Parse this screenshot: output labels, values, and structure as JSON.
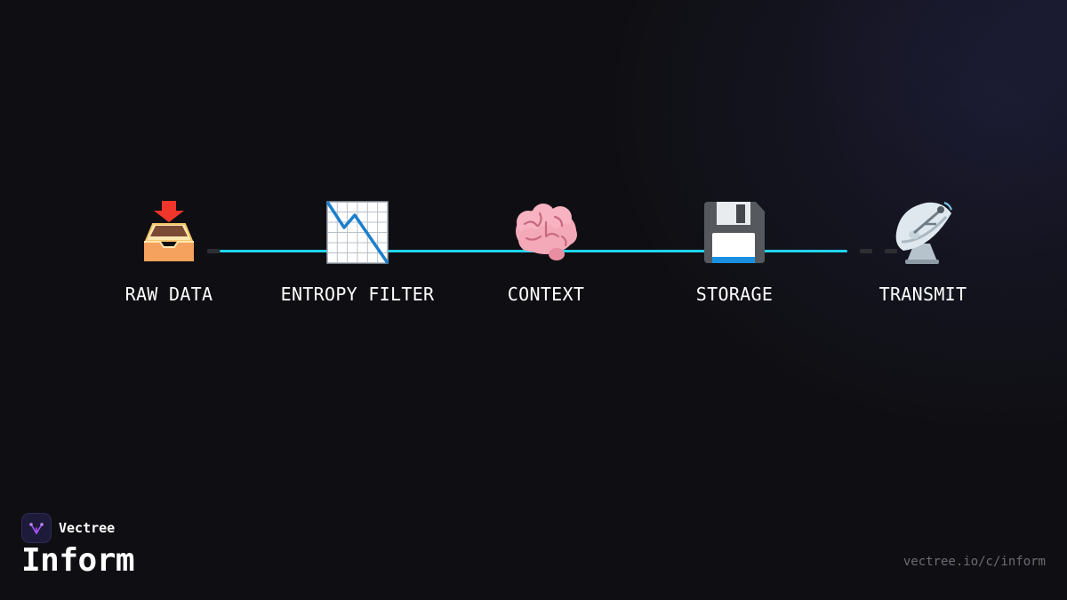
{
  "pipeline": {
    "stages": [
      {
        "label": "RAW DATA",
        "icon": "inbox-tray-icon"
      },
      {
        "label": "ENTROPY FILTER",
        "icon": "chart-decreasing-icon"
      },
      {
        "label": "CONTEXT",
        "icon": "brain-icon"
      },
      {
        "label": "STORAGE",
        "icon": "floppy-disk-icon"
      },
      {
        "label": "TRANSMIT",
        "icon": "satellite-antenna-icon"
      }
    ],
    "line_color": "#22d3ee",
    "dash_color": "#2d2d33"
  },
  "brand": {
    "name": "Vectree",
    "logo_icon": "vectree-logo-icon",
    "accent": "#a855f7"
  },
  "title": "Inform",
  "footer": {
    "url": "vectree.io/c/inform"
  },
  "colors": {
    "background": "#0f0f13",
    "text": "#ffffff",
    "muted": "#6b6b75"
  }
}
